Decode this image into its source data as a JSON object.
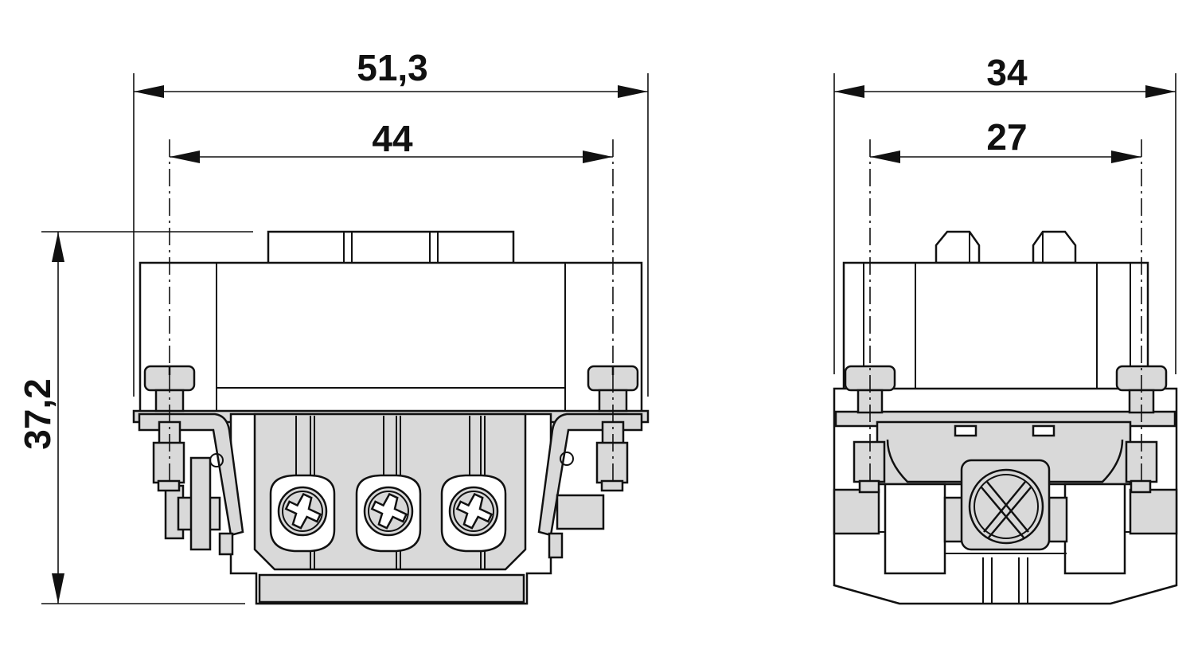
{
  "dimensions": {
    "front_overall_width": "51,3",
    "front_mounting_pitch": "44",
    "height": "37,2",
    "side_overall_width": "34",
    "side_mounting_pitch": "27"
  },
  "colors": {
    "line": "#111111",
    "part_fill": "#ffffff",
    "shaded_fill": "#d9d9d9"
  }
}
